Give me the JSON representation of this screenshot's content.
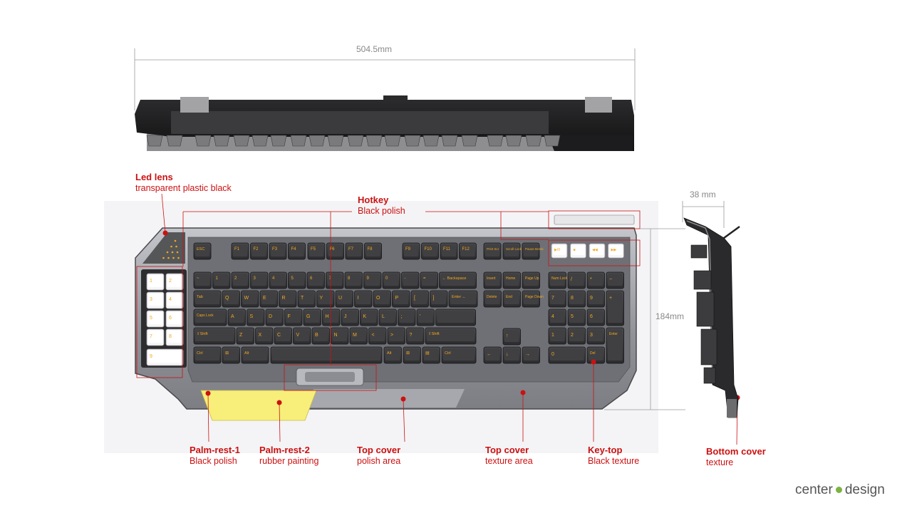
{
  "dimensions": {
    "width": "504.5mm",
    "depth": "184mm",
    "height": "38 mm"
  },
  "callouts": {
    "led_lens": {
      "title": "Led  lens",
      "subtitle": "transparent  plastic black"
    },
    "hotkey": {
      "title": "Hotkey",
      "subtitle": "Black polish"
    },
    "palm_rest_1": {
      "title": "Palm-rest-1",
      "subtitle": "Black polish"
    },
    "palm_rest_2": {
      "title": "Palm-rest-2",
      "subtitle": "rubber  painting"
    },
    "top_cover_polish": {
      "title": "Top cover",
      "subtitle": "polish area"
    },
    "top_cover_texture": {
      "title": "Top cover",
      "subtitle": "texture   area"
    },
    "key_top": {
      "title": "Key-top",
      "subtitle": "Black texture"
    },
    "bottom_cover": {
      "title": "Bottom  cover",
      "subtitle": "texture"
    }
  },
  "keys": {
    "fn_row": [
      "ESC",
      "F1",
      "F2",
      "F3",
      "F4",
      "F5",
      "F6",
      "F7",
      "F8",
      "F9",
      "F10",
      "F11",
      "F12"
    ],
    "system": [
      "Print Scr",
      "Scroll Lock",
      "Pause Break"
    ],
    "row1": [
      "~",
      "1",
      "2",
      "3",
      "4",
      "5",
      "6",
      "7",
      "8",
      "9",
      "0",
      "-",
      "=",
      "← Backspace"
    ],
    "row2": [
      "Tab",
      "Q",
      "W",
      "E",
      "R",
      "T",
      "Y",
      "U",
      "I",
      "O",
      "P",
      "[",
      "]",
      "\\"
    ],
    "row3": [
      "Caps Lock",
      "A",
      "S",
      "D",
      "F",
      "G",
      "H",
      "J",
      "K",
      "L",
      ";",
      "'",
      "Enter ←"
    ],
    "row4": [
      "⇧Shift",
      "Z",
      "X",
      "C",
      "V",
      "B",
      "N",
      "M",
      "<",
      ">",
      "?",
      "⇧Shift"
    ],
    "row5": [
      "Ctrl",
      "⊞",
      "Alt",
      "",
      "Alt",
      "⊞",
      "▤",
      "Ctrl"
    ],
    "nav": [
      "Insert",
      "Home",
      "Page Up",
      "Delete",
      "End",
      "Page Down"
    ],
    "arrows": [
      "↑",
      "←",
      "↓",
      "→"
    ],
    "numpad": [
      "Num Lock",
      "/",
      "*",
      "−",
      "7",
      "8",
      "9",
      "+",
      "4",
      "5",
      "6",
      "1",
      "2",
      "3",
      "Enter",
      "0",
      "Del"
    ],
    "macro": [
      "1",
      "2",
      "3",
      "4",
      "5",
      "6",
      "7",
      "8",
      "9"
    ],
    "media_top": [
      "◀",
      "◀-",
      "◀+"
    ],
    "media_row": [
      "▶/II",
      "■",
      "◀◀",
      "▶▶"
    ]
  },
  "colors": {
    "callout": "#cc1111",
    "legend": "#f2a81d",
    "case": "#8a8c92",
    "key": "#3a3a3c",
    "palm": "#f7ef7a"
  },
  "branding": {
    "logo_left": "center",
    "logo_right": "design"
  }
}
